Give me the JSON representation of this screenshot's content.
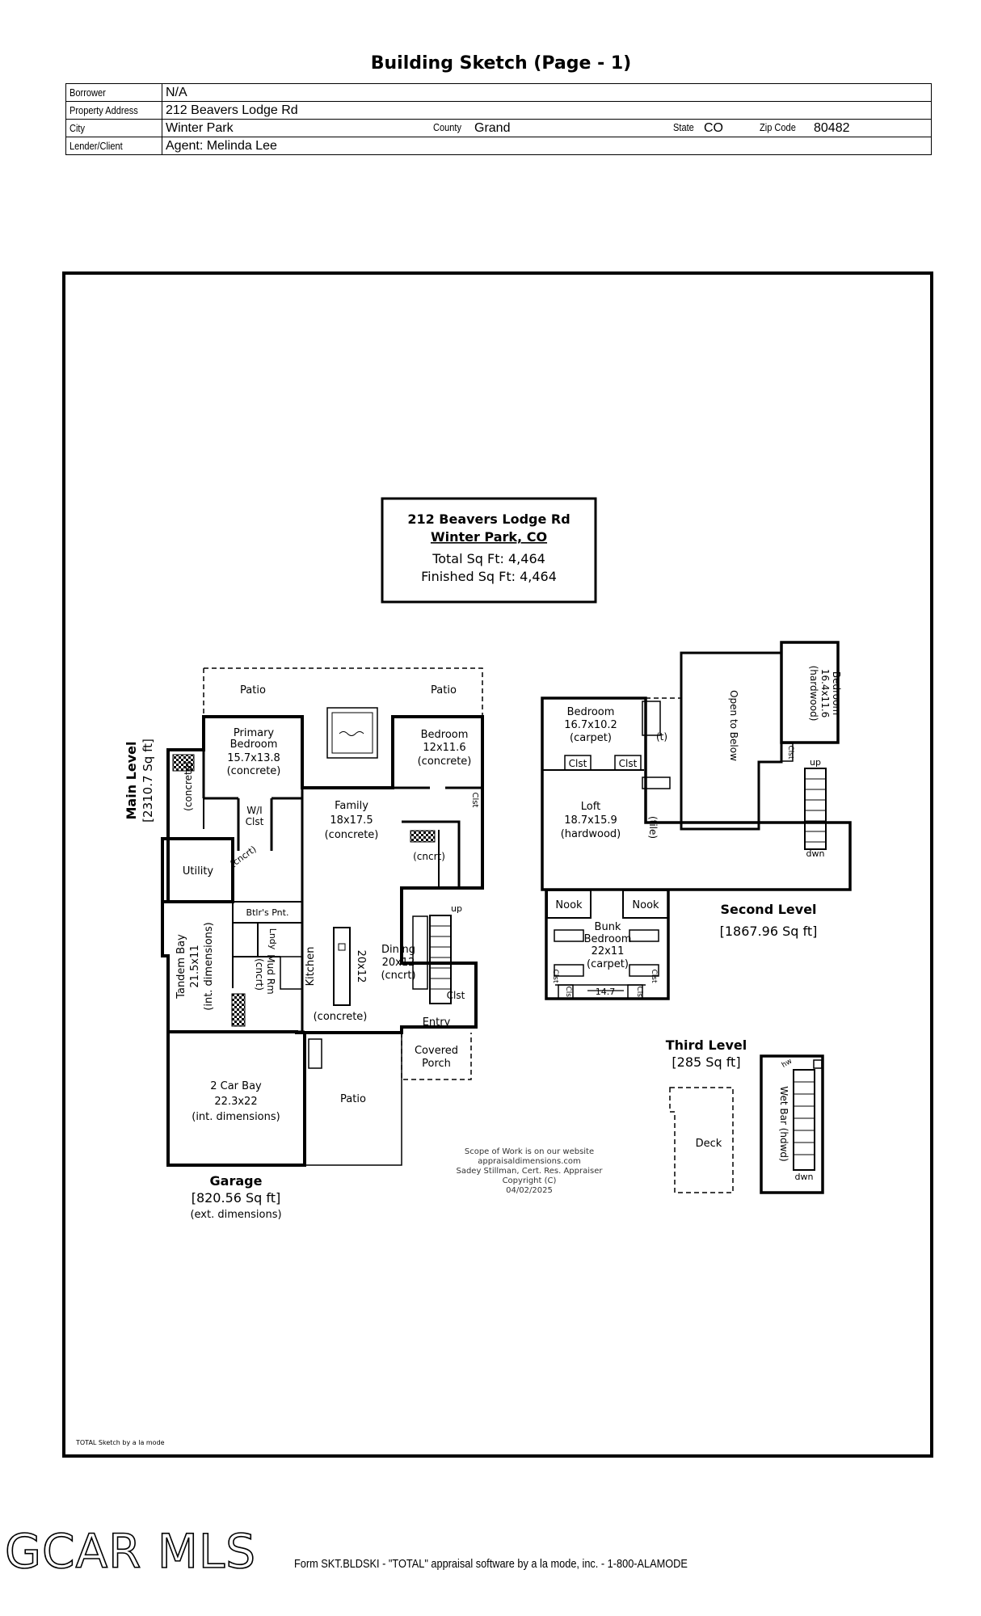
{
  "header": {
    "title": "Building Sketch (Page - 1)"
  },
  "info": {
    "borrower_label": "Borrower",
    "borrower": "N/A",
    "address_label": "Property Address",
    "address": "212 Beavers Lodge Rd",
    "city_label": "City",
    "city": "Winter Park",
    "county_label": "County",
    "county": "Grand",
    "state_label": "State",
    "state": "CO",
    "zip_label": "Zip Code",
    "zip": "80482",
    "lender_label": "Lender/Client",
    "lender": "Agent: Melinda Lee"
  },
  "summary": {
    "address": "212 Beavers Lodge Rd",
    "city": "Winter Park, CO",
    "total": "Total Sq Ft: 4,464",
    "finished": "Finished Sq Ft: 4,464"
  },
  "levels": {
    "main_name": "Main Level",
    "main_area": "[2310.7 Sq ft]",
    "second_name": "Second Level",
    "second_area": "[1867.96 Sq ft]",
    "third_name": "Third Level",
    "third_area": "[285 Sq ft]",
    "garage_name": "Garage",
    "garage_area": "[820.56 Sq ft]",
    "garage_note": "(ext. dimensions)"
  },
  "rooms": {
    "patio": "Patio",
    "patio_right": "Patio",
    "primary_1": "Primary",
    "primary_2": "Bedroom",
    "primary_3": "15.7x13.8",
    "primary_4": "(concrete)",
    "bath_concrete": "(concrete)",
    "wi_1": "W/I",
    "wi_2": "Clst",
    "cncrt_small": "(cncrt)",
    "bed_main_1": "Bedroom",
    "bed_main_2": "12x11.6",
    "bed_main_3": "(concrete)",
    "clst_main": "Clst",
    "bath_cncrt": "(cncrt)",
    "family_1": "Family",
    "family_2": "18x17.5",
    "family_3": "(concrete)",
    "utility": "Utility",
    "btlr": "Btlr's Pnt.",
    "lndy": "Lndy",
    "mud_1": "Mud Rm",
    "mud_2": "(cncrt)",
    "kitchen": "Kitchen",
    "kitchen_dim": "20x12",
    "kitchen_floor": "(concrete)",
    "dining_1": "Dining",
    "dining_2": "20x12",
    "dining_3": "(cncrt)",
    "up": "up",
    "clst_stair": "Clst",
    "entry": "Entry",
    "porch_1": "Covered",
    "porch_2": "Porch",
    "tandem_1": "Tandem Bay",
    "tandem_2": "21.5x11",
    "tandem_3": "(int. dimensions)",
    "car_1": "2 Car Bay",
    "car_2": "22.3x22",
    "car_3": "(int. dimensions)",
    "patio_bottom": "Patio",
    "bed2_1": "Bedroom",
    "bed2_2": "16.7x10.2",
    "bed2_3": "(carpet)",
    "tile_t": "(t)",
    "clst_a": "Clst",
    "clst_b": "Clst",
    "loft_1": "Loft",
    "loft_2": "18.7x15.9",
    "loft_3": "(hardwood)",
    "tile": "(tile)",
    "open_below": "Open to Below",
    "bed3_1": "Bedroom",
    "bed3_2": "16.4x11.6",
    "bed3_3": "(hardwood)",
    "clst_c": "Clst",
    "up2": "up",
    "dwn2": "dwn",
    "nook_1": "Nook",
    "nook_2": "Nook",
    "bunk_1": "Bunk",
    "bunk_2": "Bedroom",
    "bunk_3": "22x11",
    "bunk_4": "(carpet)",
    "clst_d": "Clst",
    "clst_e": "Clst",
    "clst_f": "Clst",
    "clst_g": "Clst",
    "dim_147": "14.7",
    "deck": "Deck",
    "wetbar": "Wet Bar (hdwd)",
    "hw": "hw",
    "dwn3": "dwn"
  },
  "credits": {
    "line1": "Scope of Work is on our website",
    "line2": "appraisaldimensions.com",
    "line3": "Sadey Stillman, Cert. Res. Appraiser",
    "line4": "Copyright (C)",
    "line5": "04/02/2025"
  },
  "sketch_credit": "TOTAL Sketch by a la mode",
  "footer": {
    "logo": "GCAR MLS",
    "form": "Form SKT.BLDSKI - \"TOTAL\" appraisal software by a la mode, inc. - 1-800-ALAMODE"
  }
}
